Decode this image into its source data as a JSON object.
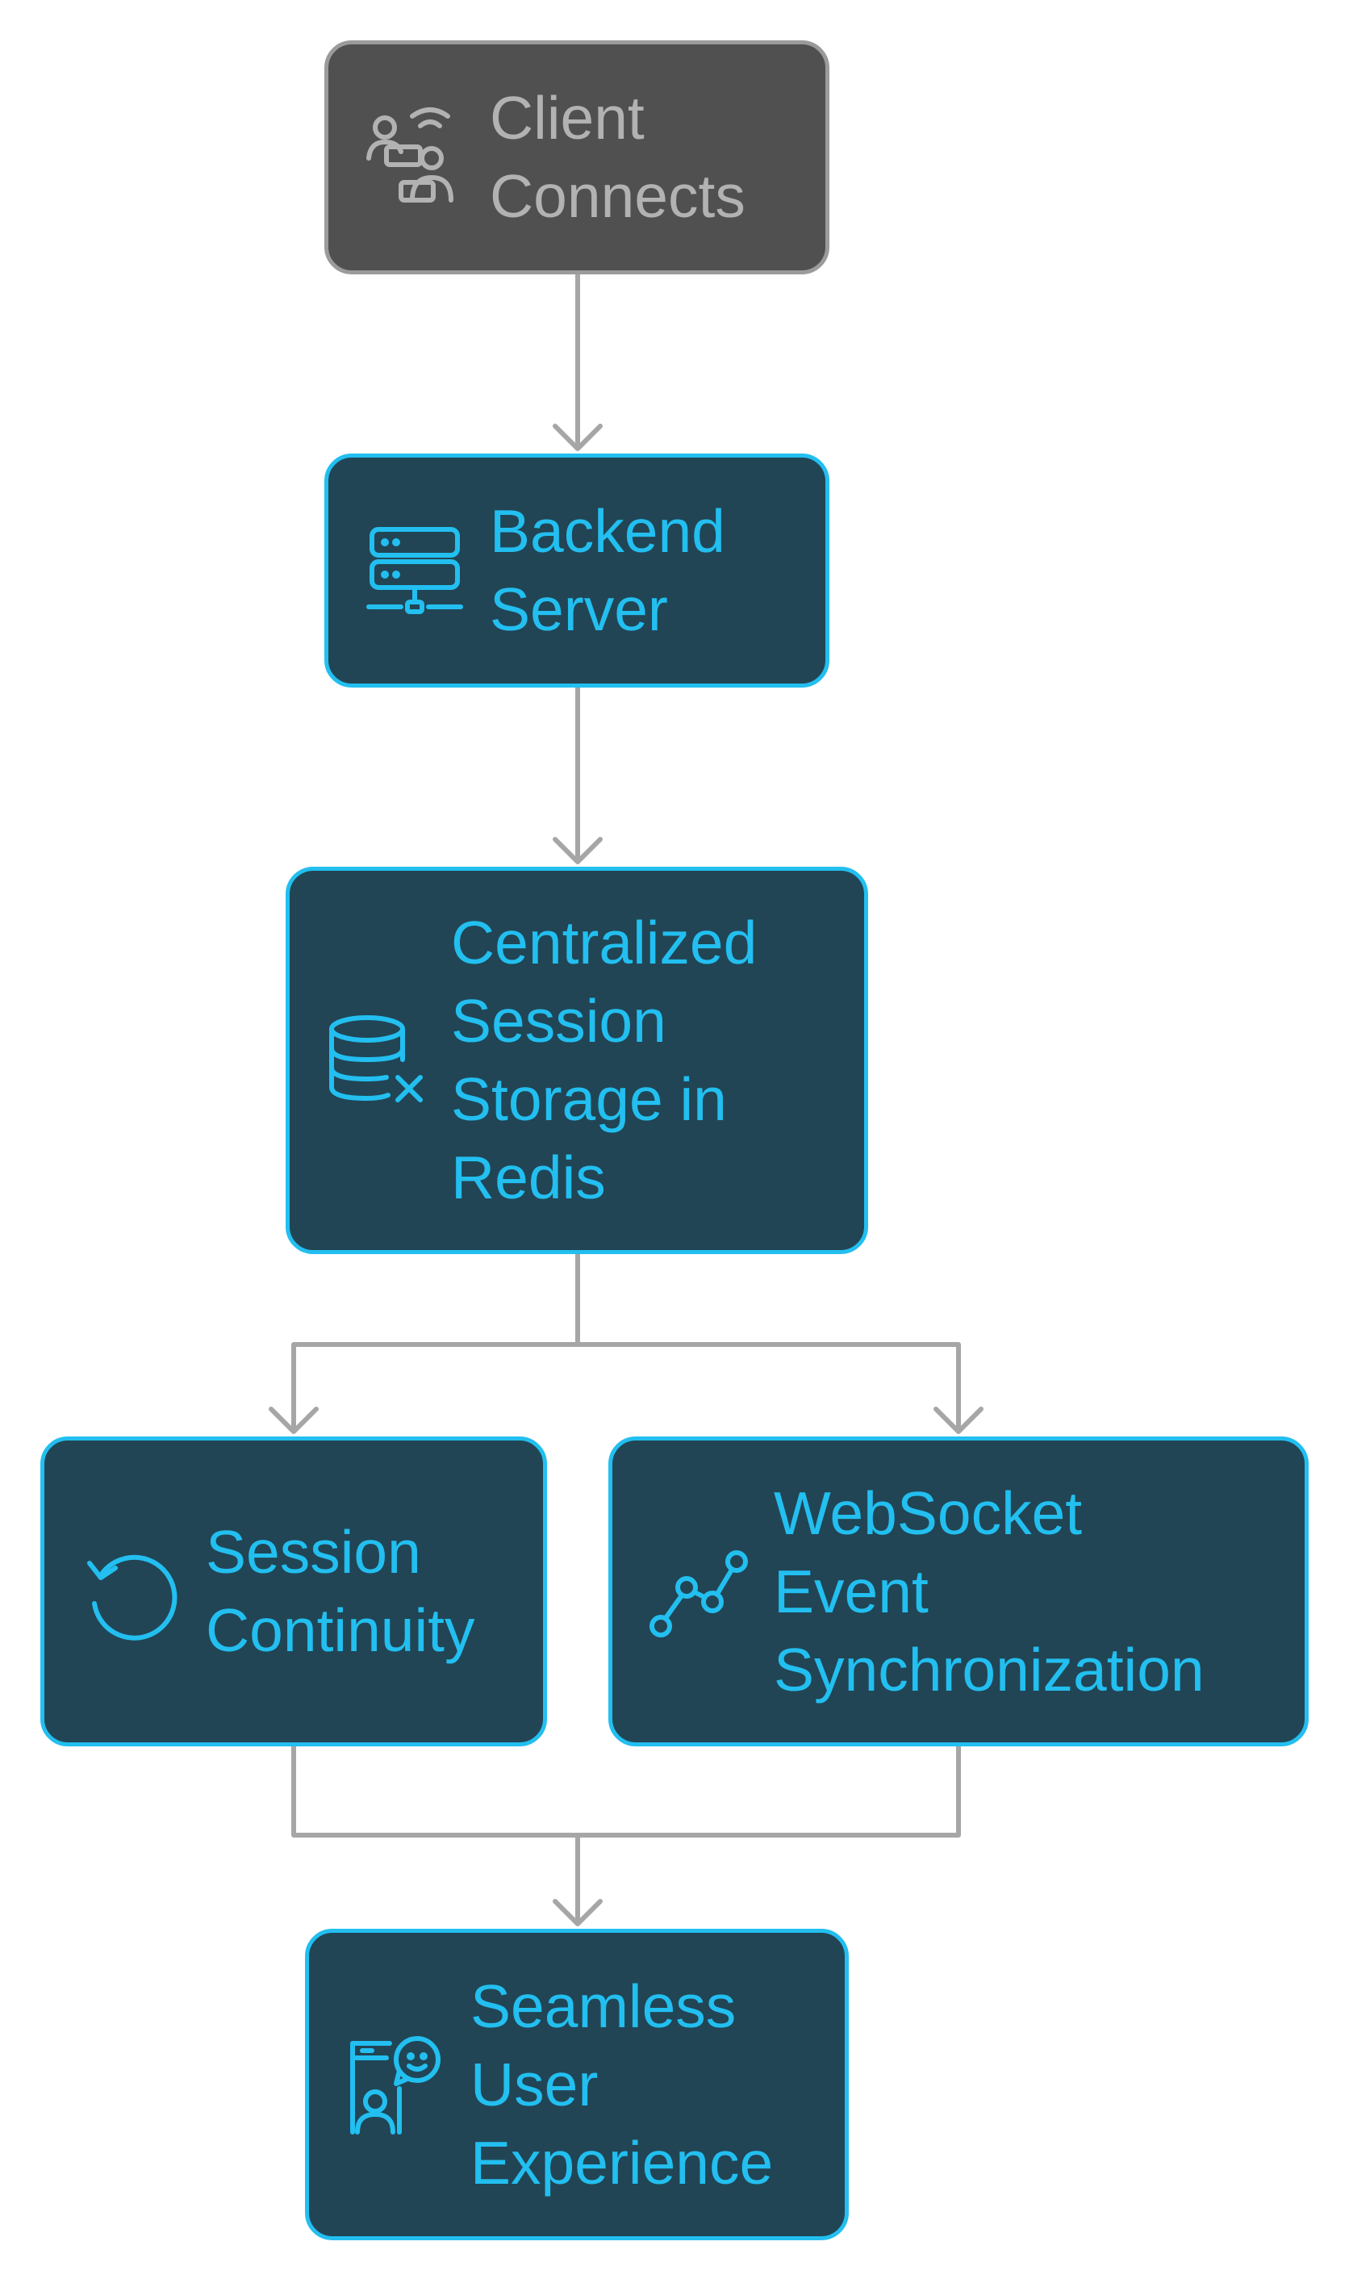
{
  "diagram": {
    "nodes": {
      "client": {
        "label": "Client\nConnects",
        "icon": "client-wifi-users-icon"
      },
      "backend": {
        "label": "Backend\nServer",
        "icon": "server-icon"
      },
      "storage": {
        "label": "Centralized\nSession\nStorage in\nRedis",
        "icon": "database-x-icon"
      },
      "continuity": {
        "label": "Session\nContinuity",
        "icon": "refresh-cycle-icon"
      },
      "sync": {
        "label": "WebSocket\nEvent\nSynchronization",
        "icon": "line-graph-icon"
      },
      "experience": {
        "label": "Seamless\nUser\nExperience",
        "icon": "user-feedback-smile-icon"
      }
    },
    "edges": [
      {
        "from": "client",
        "to": "backend"
      },
      {
        "from": "backend",
        "to": "storage"
      },
      {
        "from": "storage",
        "to": "continuity"
      },
      {
        "from": "storage",
        "to": "sync"
      },
      {
        "from": "continuity",
        "to": "experience"
      },
      {
        "from": "sync",
        "to": "experience"
      }
    ],
    "colors": {
      "start_fill": "#505050",
      "start_border": "#9b9b9b",
      "start_text": "#b2b2b2",
      "step_fill": "#214555",
      "step_border": "#22bff0",
      "step_text": "#22bff0",
      "connector": "#a6a6a6"
    }
  }
}
